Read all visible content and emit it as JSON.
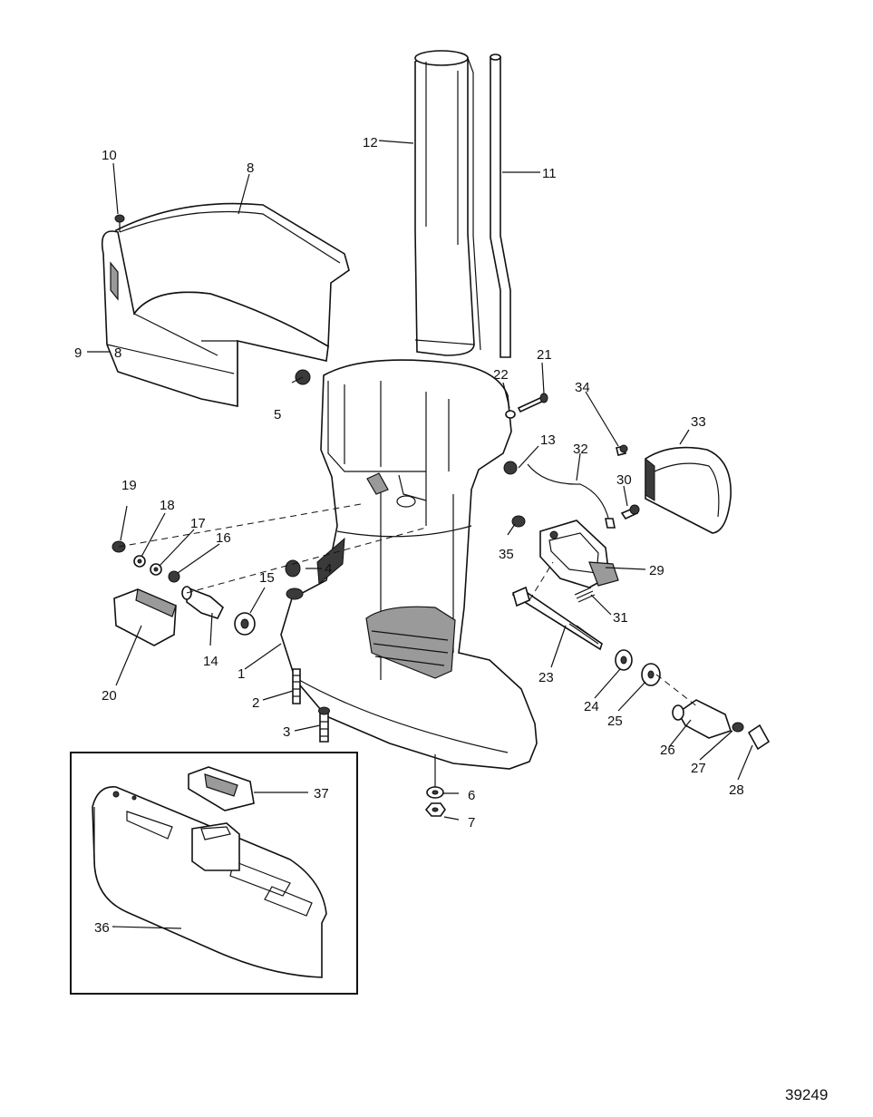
{
  "figure_ref": "39249",
  "callouts": [
    {
      "id": "1",
      "label": "1"
    },
    {
      "id": "2",
      "label": "2"
    },
    {
      "id": "3",
      "label": "3"
    },
    {
      "id": "4",
      "label": "4"
    },
    {
      "id": "5",
      "label": "5"
    },
    {
      "id": "6",
      "label": "6"
    },
    {
      "id": "7",
      "label": "7"
    },
    {
      "id": "8a",
      "label": "8"
    },
    {
      "id": "8b",
      "label": "8"
    },
    {
      "id": "9",
      "label": "9"
    },
    {
      "id": "10",
      "label": "10"
    },
    {
      "id": "11",
      "label": "11"
    },
    {
      "id": "12",
      "label": "12"
    },
    {
      "id": "13",
      "label": "13"
    },
    {
      "id": "14",
      "label": "14"
    },
    {
      "id": "15",
      "label": "15"
    },
    {
      "id": "16",
      "label": "16"
    },
    {
      "id": "17",
      "label": "17"
    },
    {
      "id": "18",
      "label": "18"
    },
    {
      "id": "19",
      "label": "19"
    },
    {
      "id": "20",
      "label": "20"
    },
    {
      "id": "21",
      "label": "21"
    },
    {
      "id": "22",
      "label": "22"
    },
    {
      "id": "23",
      "label": "23"
    },
    {
      "id": "24",
      "label": "24"
    },
    {
      "id": "25",
      "label": "25"
    },
    {
      "id": "26",
      "label": "26"
    },
    {
      "id": "27",
      "label": "27"
    },
    {
      "id": "28",
      "label": "28"
    },
    {
      "id": "29",
      "label": "29"
    },
    {
      "id": "30",
      "label": "30"
    },
    {
      "id": "31",
      "label": "31"
    },
    {
      "id": "32",
      "label": "32"
    },
    {
      "id": "33",
      "label": "33"
    },
    {
      "id": "34",
      "label": "34"
    },
    {
      "id": "35",
      "label": "35"
    },
    {
      "id": "36",
      "label": "36"
    },
    {
      "id": "37",
      "label": "37"
    }
  ]
}
